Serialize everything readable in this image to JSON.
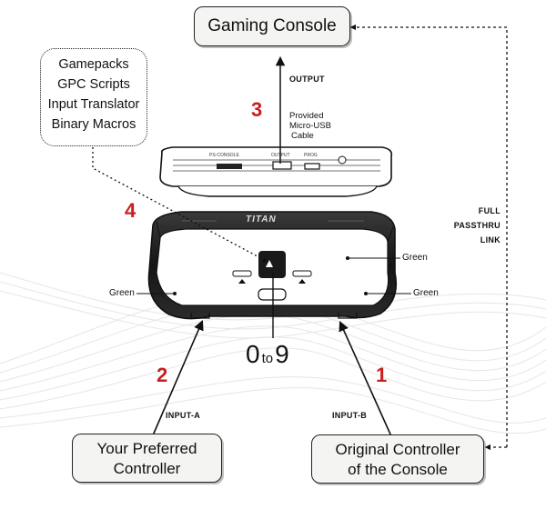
{
  "console_box": {
    "label": "Gaming Console"
  },
  "features_box": {
    "items": [
      "Gamepacks",
      "GPC Scripts",
      "Input Translator",
      "Binary Macros"
    ]
  },
  "preferred_controller_box": {
    "lines": [
      "Your Preferred",
      "Controller"
    ]
  },
  "original_controller_box": {
    "lines": [
      "Original Controller",
      "of the Console"
    ]
  },
  "output_label": "OUTPUT",
  "cable_label": [
    "Provided",
    "Micro-USB",
    "Cable"
  ],
  "passthru_label": [
    "FULL",
    "PASSTHRU",
    "LINK"
  ],
  "input_a_label": "INPUT-A",
  "input_b_label": "INPUT-B",
  "steps": [
    "1",
    "2",
    "3",
    "4"
  ],
  "display_range": {
    "from": "0",
    "to_word": "to",
    "to": "9"
  },
  "led_labels": {
    "left": "Green",
    "right_top": "Green",
    "right_bottom": "Green"
  },
  "device_brand": "TITAN",
  "device_back_ports": [
    "PS-CONSOLE",
    "OUTPUT",
    "PROG"
  ],
  "colors": {
    "step_red": "#c8201e",
    "box_fill": "#f4f4f2",
    "outline": "#222222"
  }
}
